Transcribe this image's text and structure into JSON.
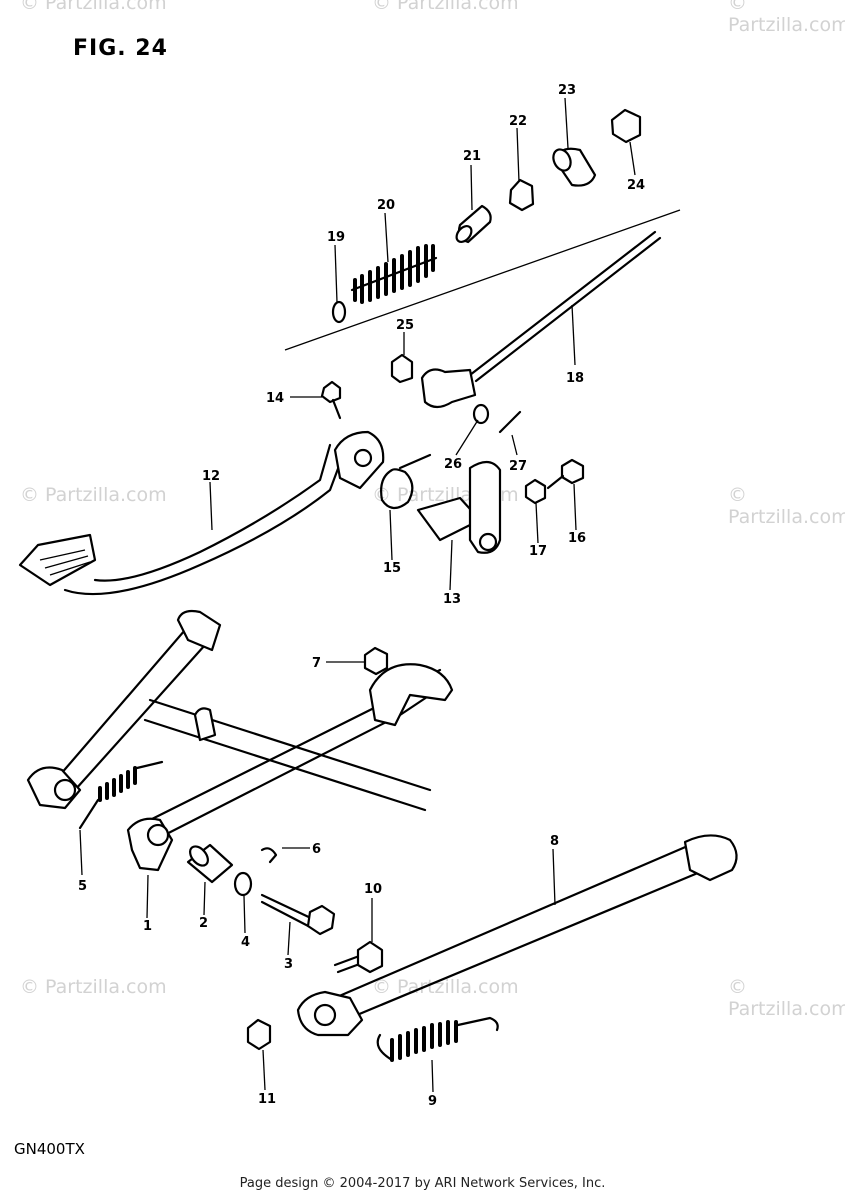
{
  "figure": {
    "title": "FIG. 24",
    "model": "GN400TX"
  },
  "footer": {
    "copyright": "Page design © 2004-2017 by ARI Network Services, Inc."
  },
  "watermark": {
    "text": "© Partzilla.com"
  },
  "parts": [
    {
      "number": "1"
    },
    {
      "number": "2"
    },
    {
      "number": "3"
    },
    {
      "number": "4"
    },
    {
      "number": "5"
    },
    {
      "number": "6"
    },
    {
      "number": "7"
    },
    {
      "number": "8"
    },
    {
      "number": "9"
    },
    {
      "number": "10"
    },
    {
      "number": "11"
    },
    {
      "number": "12"
    },
    {
      "number": "13"
    },
    {
      "number": "14"
    },
    {
      "number": "15"
    },
    {
      "number": "16"
    },
    {
      "number": "17"
    },
    {
      "number": "18"
    },
    {
      "number": "19"
    },
    {
      "number": "20"
    },
    {
      "number": "21"
    },
    {
      "number": "22"
    },
    {
      "number": "23"
    },
    {
      "number": "24"
    },
    {
      "number": "25"
    },
    {
      "number": "26"
    },
    {
      "number": "27"
    }
  ]
}
